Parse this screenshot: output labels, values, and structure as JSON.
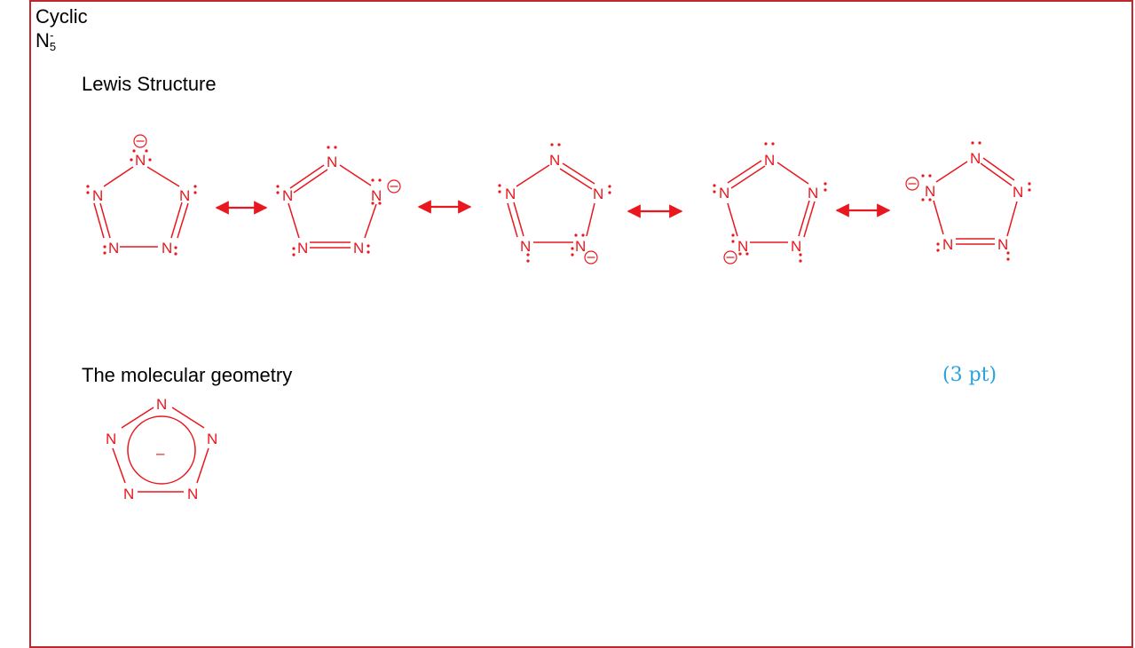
{
  "box": {
    "border_color": "#c0272d"
  },
  "title": {
    "main": "Cyclic N",
    "subscript": "5",
    "superscript": "-"
  },
  "lewis_heading": "Lewis Structure",
  "geometry_heading": "The molecular geometry",
  "points": "(3 pt)",
  "structure": {
    "atom_label": "N",
    "charge_symbol": "–",
    "drawing_color": "#e8181e",
    "resonance_arrow_count": 4,
    "resonance_structure_count": 5
  },
  "points_color": "#29a3dd"
}
